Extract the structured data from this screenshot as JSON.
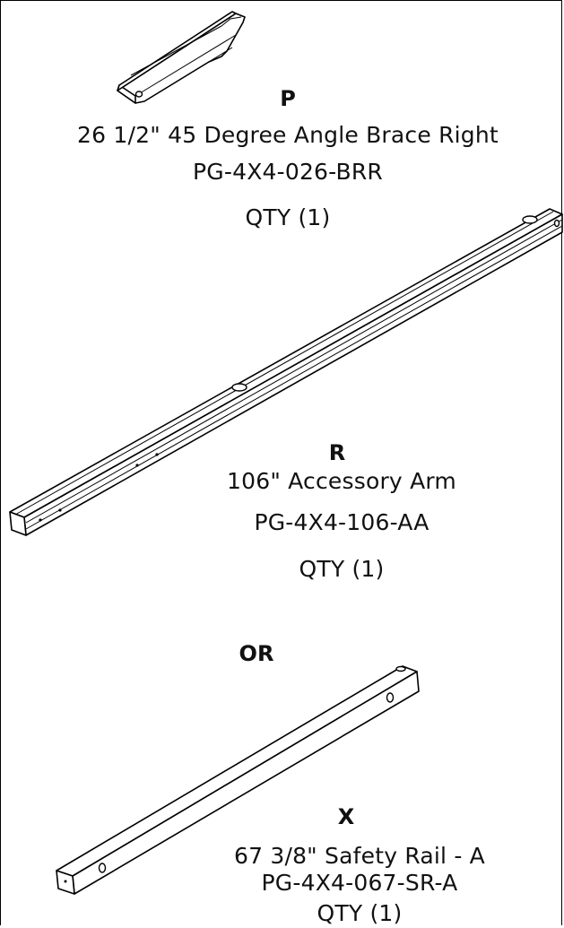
{
  "parts": [
    {
      "letter": "P",
      "name": "26 1/2\" 45 Degree Angle Brace Right",
      "part_number": "PG-4X4-026-BRR",
      "qty": "QTY (1)",
      "illustration": "angle-brace-drawing"
    },
    {
      "letter": "R",
      "name": "106\" Accessory Arm",
      "part_number": "PG-4X4-106-AA",
      "qty": "QTY (1)",
      "illustration": "accessory-arm-drawing"
    },
    {
      "letter": "X",
      "name": "67 3/8\" Safety Rail - A",
      "part_number": "PG-4X4-067-SR-A",
      "qty": "QTY (1)",
      "illustration": "safety-rail-drawing"
    }
  ],
  "separator_text": "OR"
}
